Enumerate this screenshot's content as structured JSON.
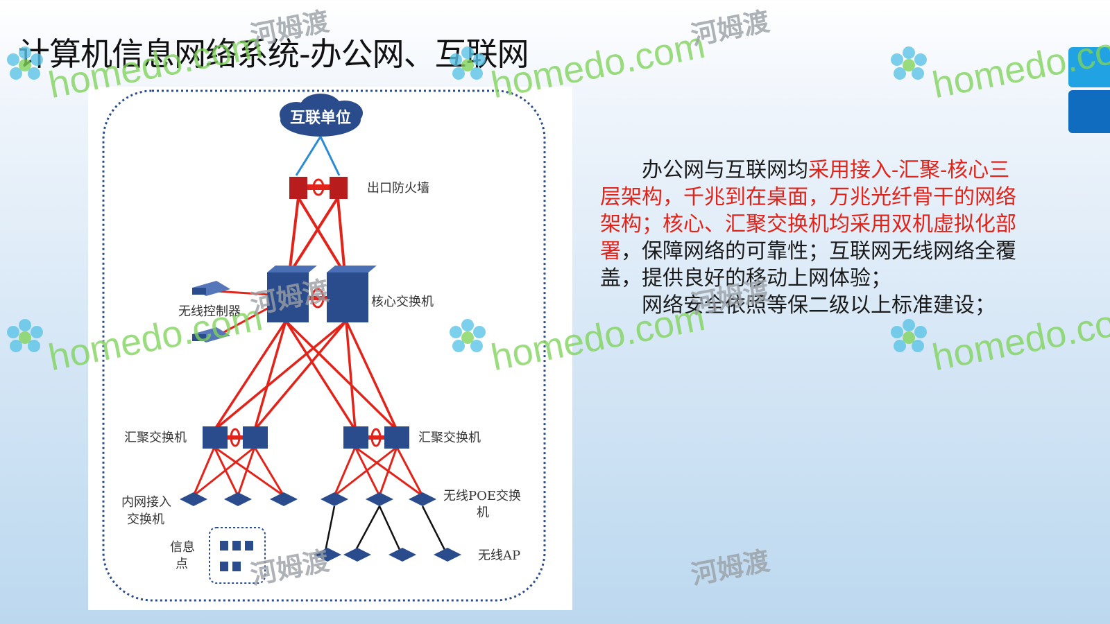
{
  "slide": {
    "title": "计算机信息网络系统-办公网、互联网",
    "accent_colors": [
      "#21a3e3",
      "#0f6cbf"
    ]
  },
  "diagram": {
    "cloud_label": "互联单位",
    "firewall_label": "出口防火墙",
    "core_switch_label": "核心交换机",
    "wireless_controller_label": "无线控制器",
    "aggregation_left_label": "汇聚交换机",
    "aggregation_right_label": "汇聚交换机",
    "access_switch_label_line1": "内网接入",
    "access_switch_label_line2": "交换机",
    "poe_switch_label_line1": "无线POE交换",
    "poe_switch_label_line2": "机",
    "info_point_label_line1": "信息",
    "info_point_label_line2": "点",
    "wireless_ap_label": "无线AP",
    "link_color": "#e2231a",
    "device_color": "#2b4c8c"
  },
  "description": {
    "para1_intro": "办公网与互联网均",
    "para1_highlight": "采用接入-汇聚-核心三层架构，千兆到在桌面，万兆光纤骨干的网络架构；核心、汇聚交换机均采用双机虚拟化部署",
    "para1_outro": "，保障网络的可靠性；互联网无线网络全覆盖，提供良好的移动上网体验；",
    "para2": "网络安全依照等保二级以上标准建设；",
    "highlight_color": "#e2231a"
  },
  "watermark": {
    "text": "homedo.com",
    "cn": "河姆渡"
  }
}
